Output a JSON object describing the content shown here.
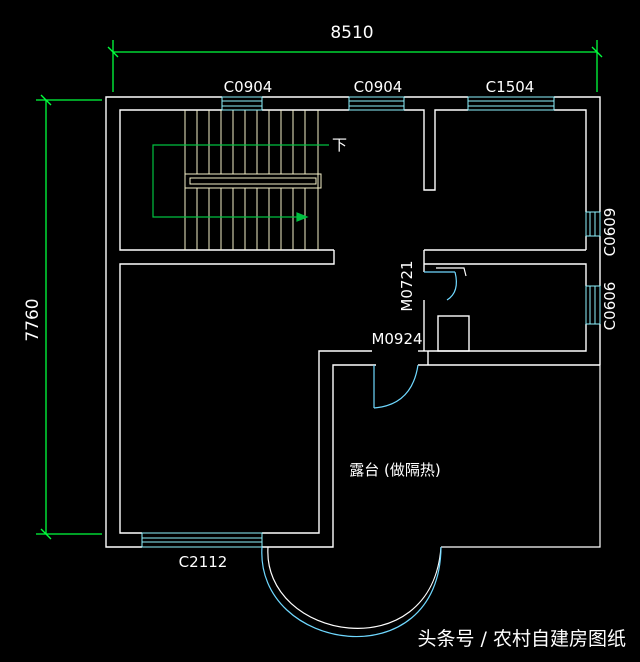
{
  "dimensions": {
    "overall_width": "8510",
    "overall_depth": "7760"
  },
  "windows": {
    "top_left": "C0904",
    "top_middle": "C0904",
    "top_right": "C1504",
    "right_upper": "C0609",
    "right_lower": "C0606",
    "bottom": "C2112"
  },
  "doors": {
    "bath": "M0721",
    "terrace": "M0924"
  },
  "annotations": {
    "stair_down": "下",
    "terrace": "露台 (做隔热)"
  },
  "watermark": {
    "text": "头条号 / 农村自建房图纸"
  },
  "colors": {
    "background": "#000000",
    "wall": "#ffffff",
    "dimension": "#00ff3c",
    "window": "#8ef3ff",
    "door": "#6fd8ff",
    "stair_line": "#f5f0c8",
    "stair_arrow": "#00c040"
  }
}
